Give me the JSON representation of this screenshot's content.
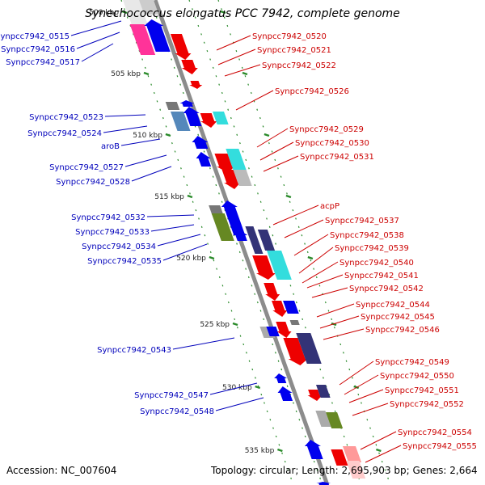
{
  "title": "Synechococcus elongatus PCC 7942, complete genome",
  "footer": {
    "accession": "Accession: NC_007604",
    "topology": "Topology: circular; Length: 2,695,903 bp; Genes: 2,664"
  },
  "colors": {
    "forward_label": "#cc0000",
    "reverse_label": "#0000bb",
    "backbone": "#8c8c8c",
    "tick": "#2a8a2a",
    "red": "#ee0000",
    "blue": "#0000ee",
    "pink": "#ff3399",
    "cyan": "#33dddd",
    "navy": "#333377",
    "olive": "#668822",
    "grey": "#999999",
    "lightpink": "#ff9999"
  },
  "scale_labels": [
    "500 kbp",
    "505 kbp",
    "510 kbp",
    "515 kbp",
    "520 kbp",
    "525 kbp",
    "530 kbp",
    "535 kbp"
  ],
  "reverse_genes": [
    "Synpcc7942_0515",
    "Synpcc7942_0516",
    "Synpcc7942_0517",
    "Synpcc7942_0523",
    "Synpcc7942_0524",
    "aroB",
    "Synpcc7942_0527",
    "Synpcc7942_0528",
    "Synpcc7942_0532",
    "Synpcc7942_0533",
    "Synpcc7942_0534",
    "Synpcc7942_0535",
    "Synpcc7942_0543",
    "Synpcc7942_0547",
    "Synpcc7942_0548"
  ],
  "forward_genes": [
    "Synpcc7942_0520",
    "Synpcc7942_0521",
    "Synpcc7942_0522",
    "Synpcc7942_0526",
    "Synpcc7942_0529",
    "Synpcc7942_0530",
    "Synpcc7942_0531",
    "acpP",
    "Synpcc7942_0537",
    "Synpcc7942_0538",
    "Synpcc7942_0539",
    "Synpcc7942_0540",
    "Synpcc7942_0541",
    "Synpcc7942_0542",
    "Synpcc7942_0544",
    "Synpcc7942_0545",
    "Synpcc7942_0546",
    "Synpcc7942_0549",
    "Synpcc7942_0550",
    "Synpcc7942_0551",
    "Synpcc7942_0552",
    "Synpcc7942_0554",
    "Synpcc7942_0555"
  ]
}
